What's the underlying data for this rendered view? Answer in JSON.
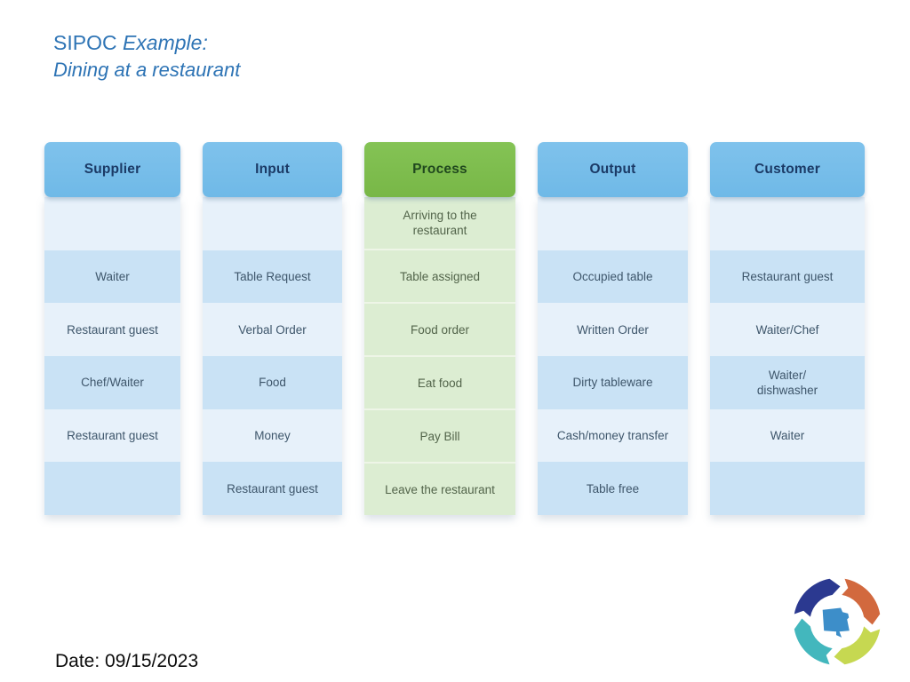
{
  "slide": {
    "title_prefix": "SIPOC",
    "title_em": " Example:",
    "subtitle": "Dining at a restaurant",
    "title_color": "#2e74b5",
    "date_label": "Date: 09/15/2023"
  },
  "sipoc": {
    "columns": [
      {
        "header": "Supplier",
        "type": "blue",
        "rows": [
          "",
          "Waiter",
          "Restaurant guest",
          "Chef/Waiter",
          "Restaurant guest",
          ""
        ]
      },
      {
        "header": "Input",
        "type": "blue",
        "rows": [
          "",
          "Table Request",
          "Verbal Order",
          "Food",
          "Money",
          "Restaurant guest"
        ]
      },
      {
        "header": "Process",
        "type": "green",
        "rows": [
          "Arriving to the\nrestaurant",
          "Table assigned",
          "Food order",
          "Eat food",
          "Pay Bill",
          "Leave the restaurant"
        ]
      },
      {
        "header": "Output",
        "type": "blue",
        "rows": [
          "",
          "Occupied table",
          "Written Order",
          "Dirty tableware",
          "Cash/money transfer",
          "Table free"
        ]
      },
      {
        "header": "Customer",
        "type": "blue",
        "rows": [
          "",
          "Restaurant guest",
          "Waiter/Chef",
          "Waiter/\ndishwasher",
          "Waiter",
          ""
        ]
      }
    ],
    "colors": {
      "header_blue": "#6fb9e7",
      "header_blue_text": "#1b3a66",
      "header_green": "#78b747",
      "header_green_text": "#20481e",
      "row_blue_light": "#e7f1fa",
      "row_blue_dark": "#c9e2f5",
      "row_blue_text": "#3e566b",
      "row_green": "#dcedd2",
      "row_green_text": "#52644a"
    }
  },
  "logo": {
    "label": "missouri-cycle-logo",
    "colors": {
      "indigo": "#2b3990",
      "orange": "#d2693e",
      "lime": "#c6d851",
      "teal": "#43b7bd",
      "state": "#3d8ec9"
    }
  }
}
